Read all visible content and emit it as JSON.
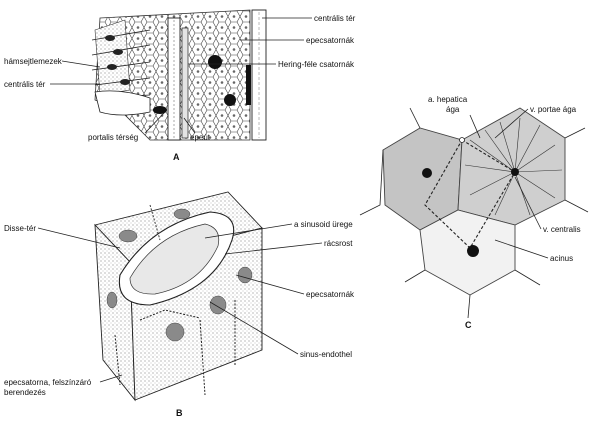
{
  "panels": {
    "A": {
      "letter": "A",
      "labels": {
        "central_space_right": "centrális tér",
        "bile_canaliculi": "epecsatornák",
        "hering_canals": "Hering-féle csatornák",
        "hepatocyte_plates": "hámsejtlemezek",
        "central_space_left": "centrális tér",
        "portal_area": "portalis térség",
        "bile_duct": "epeút"
      }
    },
    "B": {
      "letter": "B",
      "labels": {
        "disse_space": "Disse-tér",
        "sinusoid_lumen": "a sinusoid ürege",
        "reticular_fiber": "rácsrost",
        "bile_canaliculi": "epecsatornák",
        "sinus_endothel": "sinus-endothel",
        "junction_line1": "epecsatorna, felszínzáró",
        "junction_line2": "berendezés"
      }
    },
    "C": {
      "letter": "C",
      "labels": {
        "hepatic_line1": "a. hepatica",
        "hepatic_line2": "ága",
        "portal_branch": "v. portae ága",
        "central_vein": "v. centralis",
        "acinus": "acinus"
      }
    }
  },
  "colors": {
    "ink": "#222222",
    "shade": "#bdbdbd",
    "dark": "#111111",
    "stipple": "#9a9a9a"
  }
}
